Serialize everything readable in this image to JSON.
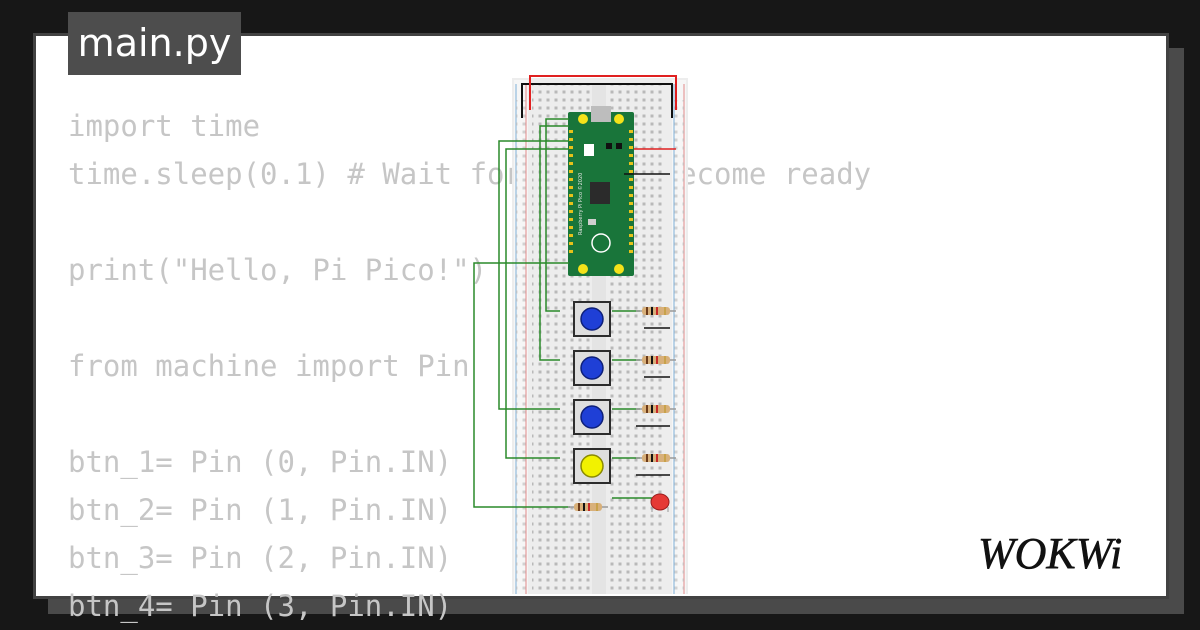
{
  "file_tab": {
    "label": "main.py"
  },
  "editor": {
    "lines": [
      "import time",
      "time.sleep(0.1) # Wait for USB to become ready",
      "",
      "print(\"Hello, Pi Pico!\")",
      "",
      "from machine import Pin",
      "",
      "btn_1= Pin (0, Pin.IN)",
      "btn_2= Pin (1, Pin.IN)",
      "btn_3= Pin (2, Pin.IN)",
      "btn_4= Pin (3, Pin.IN)"
    ]
  },
  "board": {
    "label": "Raspberry Pi Pico ©2020"
  },
  "circuit": {
    "buttons": [
      {
        "color": "#1f3fd6"
      },
      {
        "color": "#1f3fd6"
      },
      {
        "color": "#1f3fd6"
      },
      {
        "color": "#f2f200"
      }
    ],
    "led_color": "#e53935",
    "wire_colors": {
      "green": "#2a8a2a",
      "red": "#e02020",
      "black": "#111111"
    }
  },
  "brand": {
    "logo_text": "WOKWi"
  }
}
